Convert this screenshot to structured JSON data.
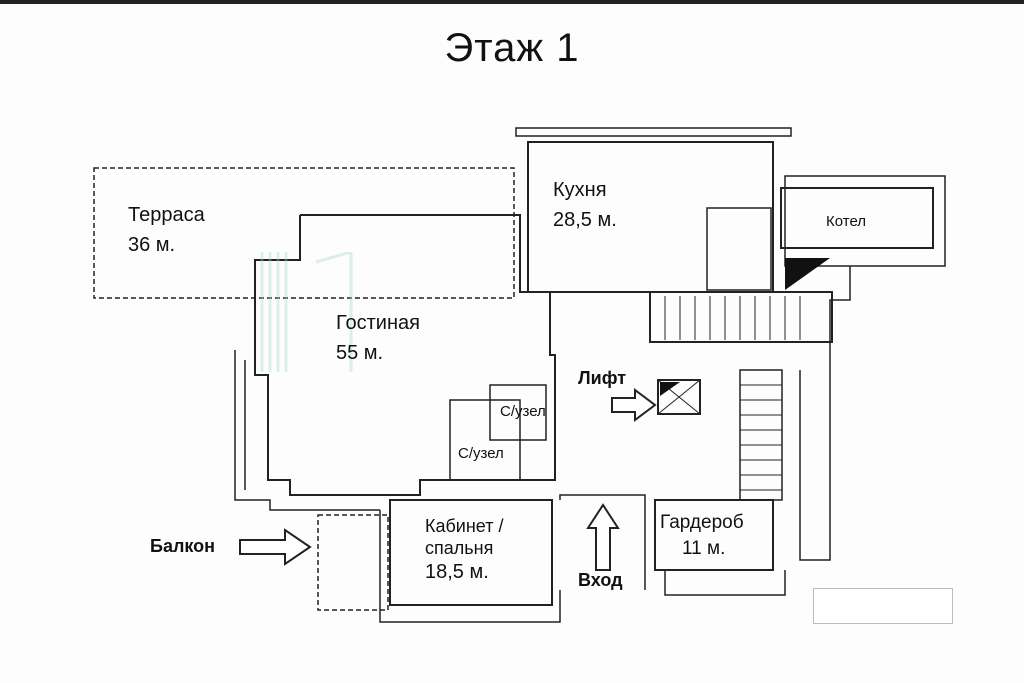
{
  "title": "Этаж 1",
  "rooms": {
    "terrace": {
      "name": "Терраса",
      "area": "36 м."
    },
    "kitchen": {
      "name": "Кухня",
      "area": "28,5 м."
    },
    "boiler": {
      "name": "Котел"
    },
    "living": {
      "name": "Гостиная",
      "area": "55 м."
    },
    "wc1": {
      "name": "С/узел"
    },
    "wc2": {
      "name": "С/узел"
    },
    "office": {
      "name_line1": "Кабинет /",
      "name_line2": "спальня",
      "area": "18,5 м."
    },
    "wardrobe": {
      "name": "Гардероб",
      "area": "11 м."
    }
  },
  "callouts": {
    "lift": "Лифт",
    "balcony": "Балкон",
    "entrance": "Вход"
  },
  "colors": {
    "wall": "#222222",
    "watermark": "#9fd4c0"
  }
}
